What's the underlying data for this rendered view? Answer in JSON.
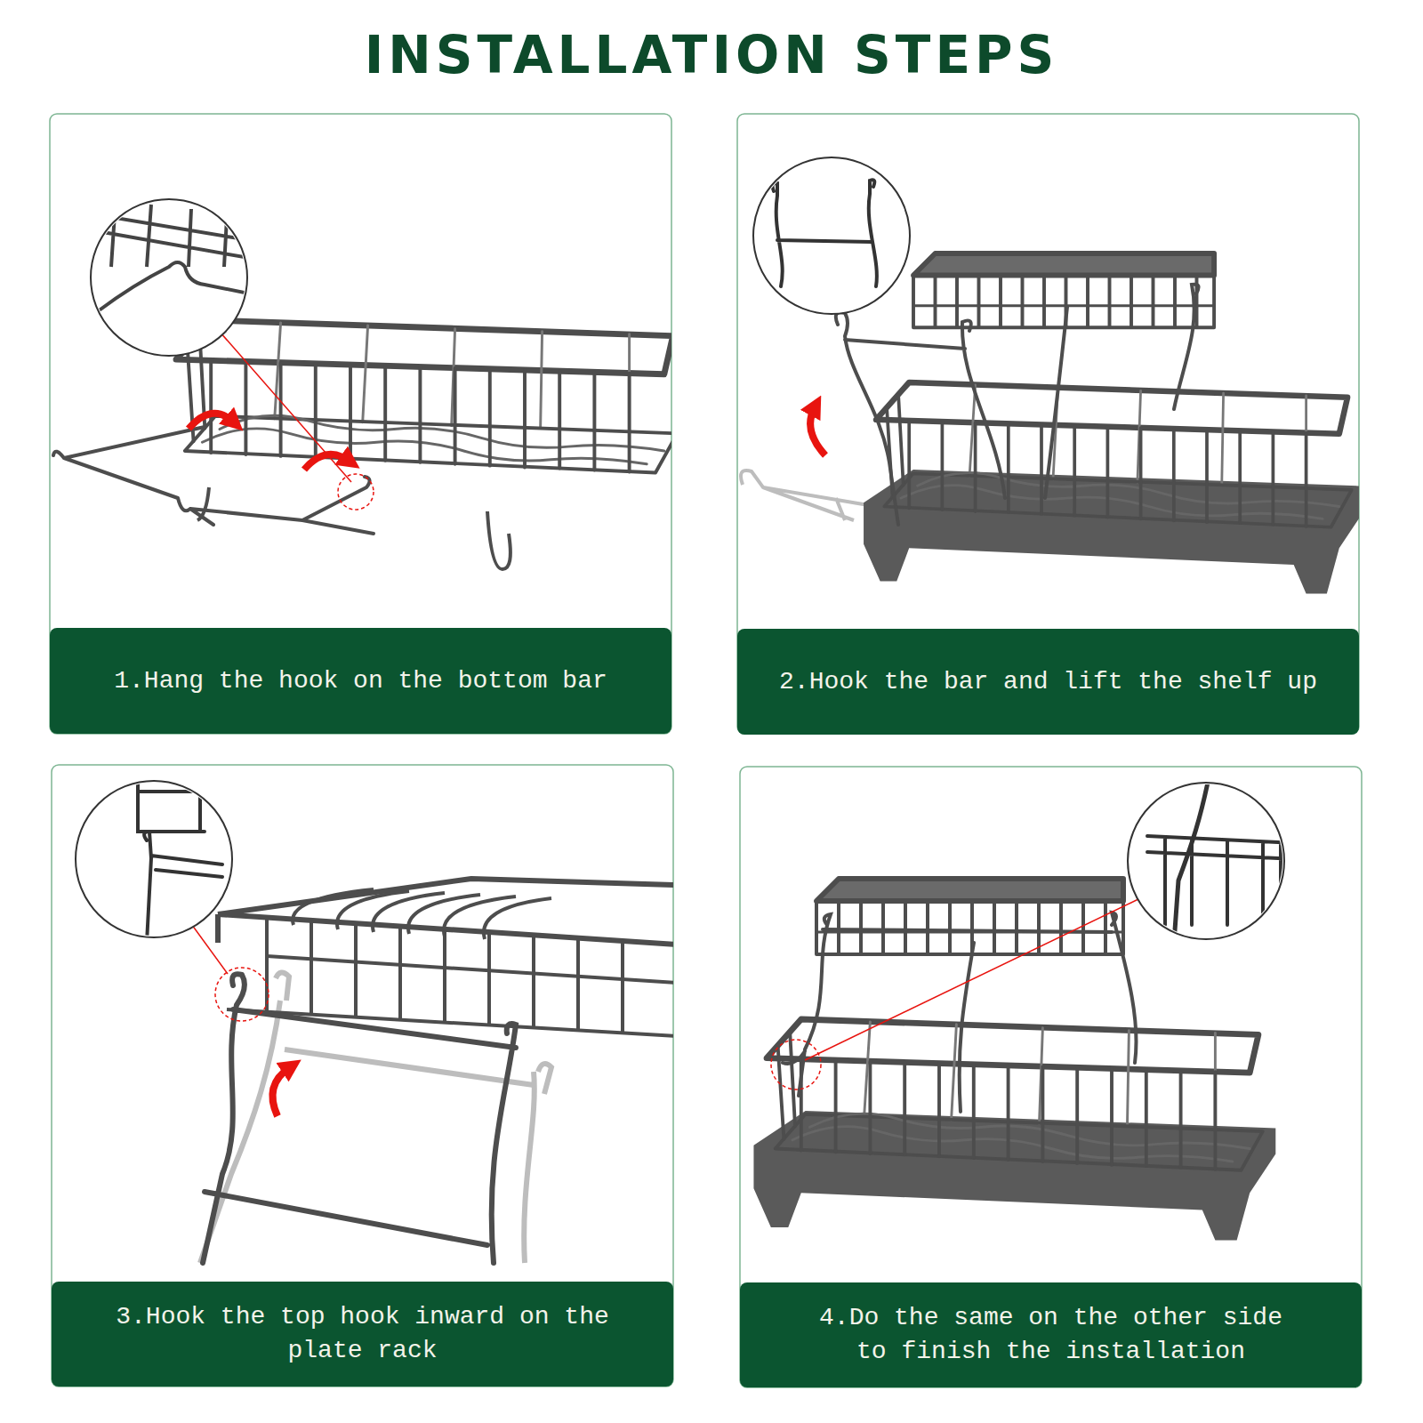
{
  "diagram": {
    "title": "INSTALLATION STEPS",
    "nodes": [
      {
        "text": [
          "1.Hang the hook on the bottom bar"
        ]
      },
      {
        "text": [
          "2.Hook the bar and lift the shelf up"
        ]
      },
      {
        "text": [
          "3.Hook the top hook inward on the plate rack"
        ]
      },
      {
        "text": [
          "4.Do the same on the other side to finish the installation"
        ]
      }
    ]
  }
}
